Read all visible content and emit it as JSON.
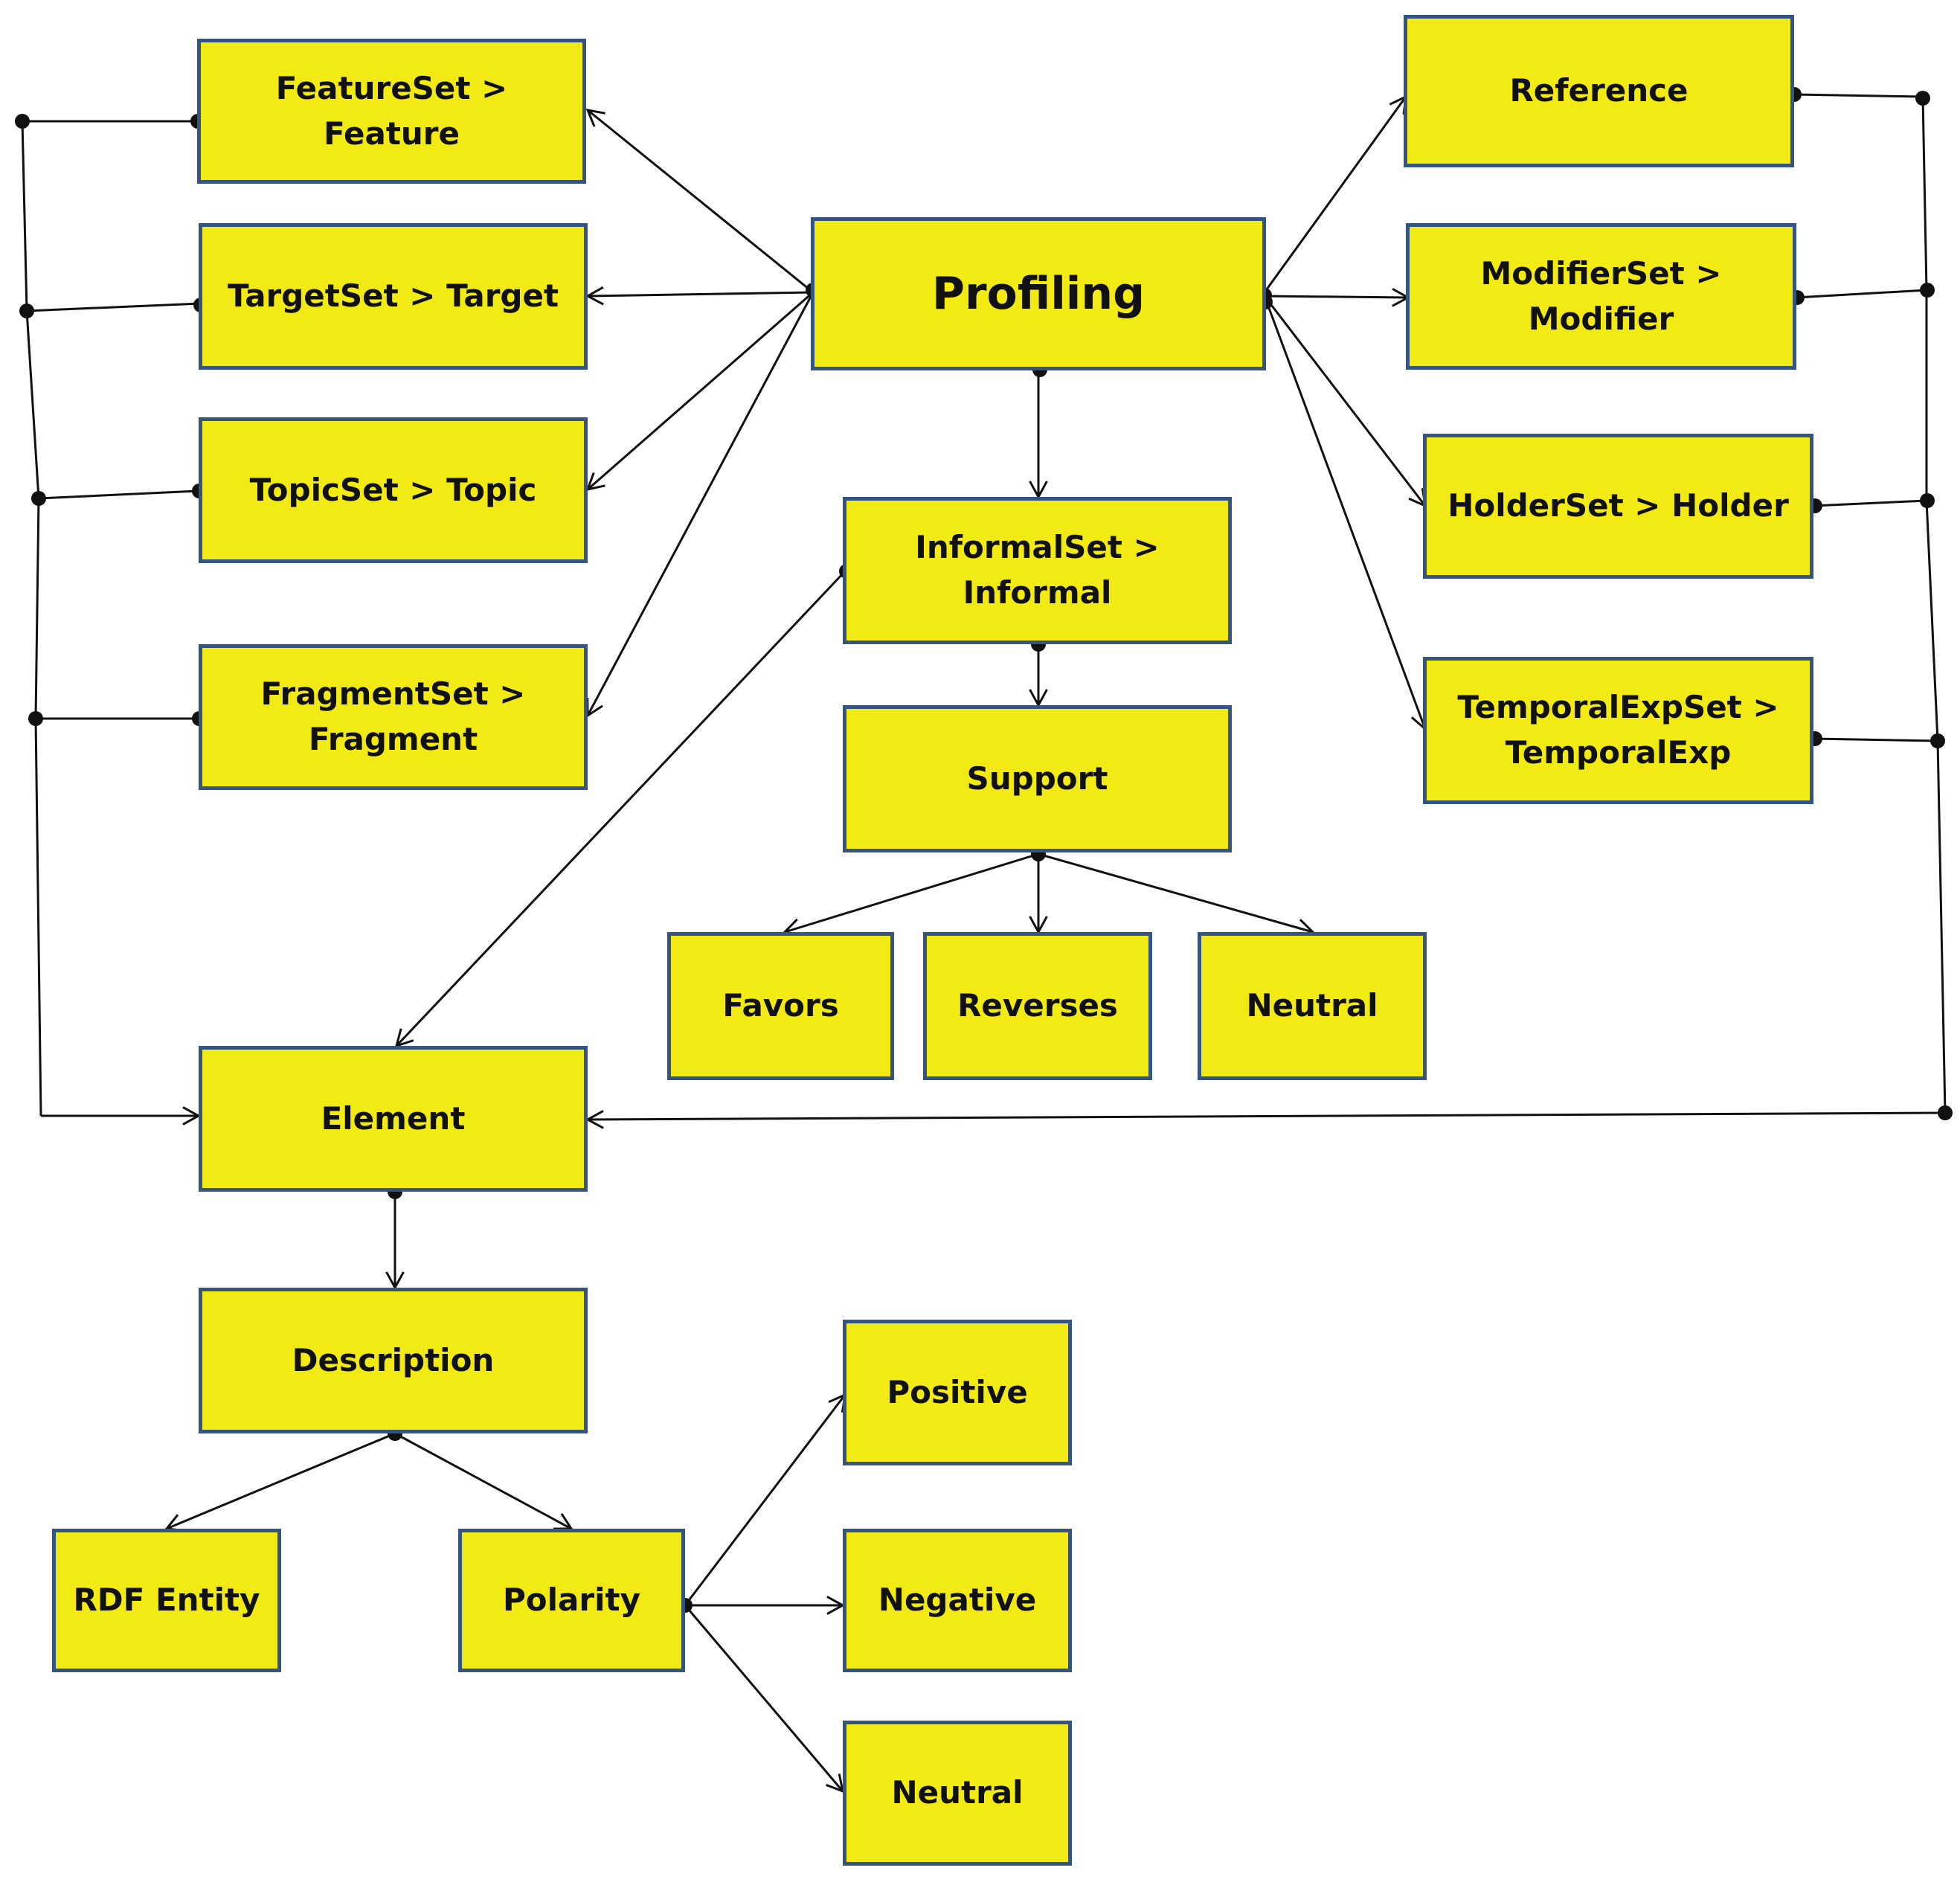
{
  "colors": {
    "box_fill": "#f2ea14",
    "box_border": "#34557f",
    "line": "#111111"
  },
  "nodes": {
    "feature": {
      "label": "FeatureSet > Feature"
    },
    "target": {
      "label": "TargetSet > Target"
    },
    "topic": {
      "label": "TopicSet > Topic"
    },
    "fragment": {
      "label": "FragmentSet >\nFragment"
    },
    "profiling": {
      "label": "Profiling"
    },
    "informal": {
      "label": "InformalSet >\nInformal"
    },
    "support": {
      "label": "Support"
    },
    "favors": {
      "label": "Favors"
    },
    "reverses": {
      "label": "Reverses"
    },
    "neutral1": {
      "label": "Neutral"
    },
    "reference": {
      "label": "Reference"
    },
    "modifier": {
      "label": "ModifierSet >\nModifier"
    },
    "holder": {
      "label": "HolderSet > Holder"
    },
    "temporal": {
      "label": "TemporalExpSet >\nTemporalExp"
    },
    "element": {
      "label": "Element"
    },
    "description": {
      "label": "Description"
    },
    "rdf": {
      "label": "RDF Entity"
    },
    "polarity": {
      "label": "Polarity"
    },
    "positive": {
      "label": "Positive"
    },
    "negative": {
      "label": "Negative"
    },
    "neutral2": {
      "label": "Neutral"
    }
  },
  "edges": [
    {
      "from": "profiling",
      "to": "feature"
    },
    {
      "from": "profiling",
      "to": "target"
    },
    {
      "from": "profiling",
      "to": "topic"
    },
    {
      "from": "profiling",
      "to": "fragment"
    },
    {
      "from": "profiling",
      "to": "reference"
    },
    {
      "from": "profiling",
      "to": "modifier"
    },
    {
      "from": "profiling",
      "to": "holder"
    },
    {
      "from": "profiling",
      "to": "temporal"
    },
    {
      "from": "profiling",
      "to": "informal"
    },
    {
      "from": "informal",
      "to": "support"
    },
    {
      "from": "informal",
      "to": "element"
    },
    {
      "from": "support",
      "to": "favors"
    },
    {
      "from": "support",
      "to": "reverses"
    },
    {
      "from": "support",
      "to": "neutral1"
    },
    {
      "from": "feature",
      "to": "element"
    },
    {
      "from": "target",
      "to": "element"
    },
    {
      "from": "topic",
      "to": "element"
    },
    {
      "from": "fragment",
      "to": "element"
    },
    {
      "from": "reference",
      "to": "element"
    },
    {
      "from": "modifier",
      "to": "element"
    },
    {
      "from": "holder",
      "to": "element"
    },
    {
      "from": "temporal",
      "to": "element"
    },
    {
      "from": "element",
      "to": "description"
    },
    {
      "from": "description",
      "to": "rdf"
    },
    {
      "from": "description",
      "to": "polarity"
    },
    {
      "from": "polarity",
      "to": "positive"
    },
    {
      "from": "polarity",
      "to": "negative"
    },
    {
      "from": "polarity",
      "to": "neutral2"
    }
  ]
}
